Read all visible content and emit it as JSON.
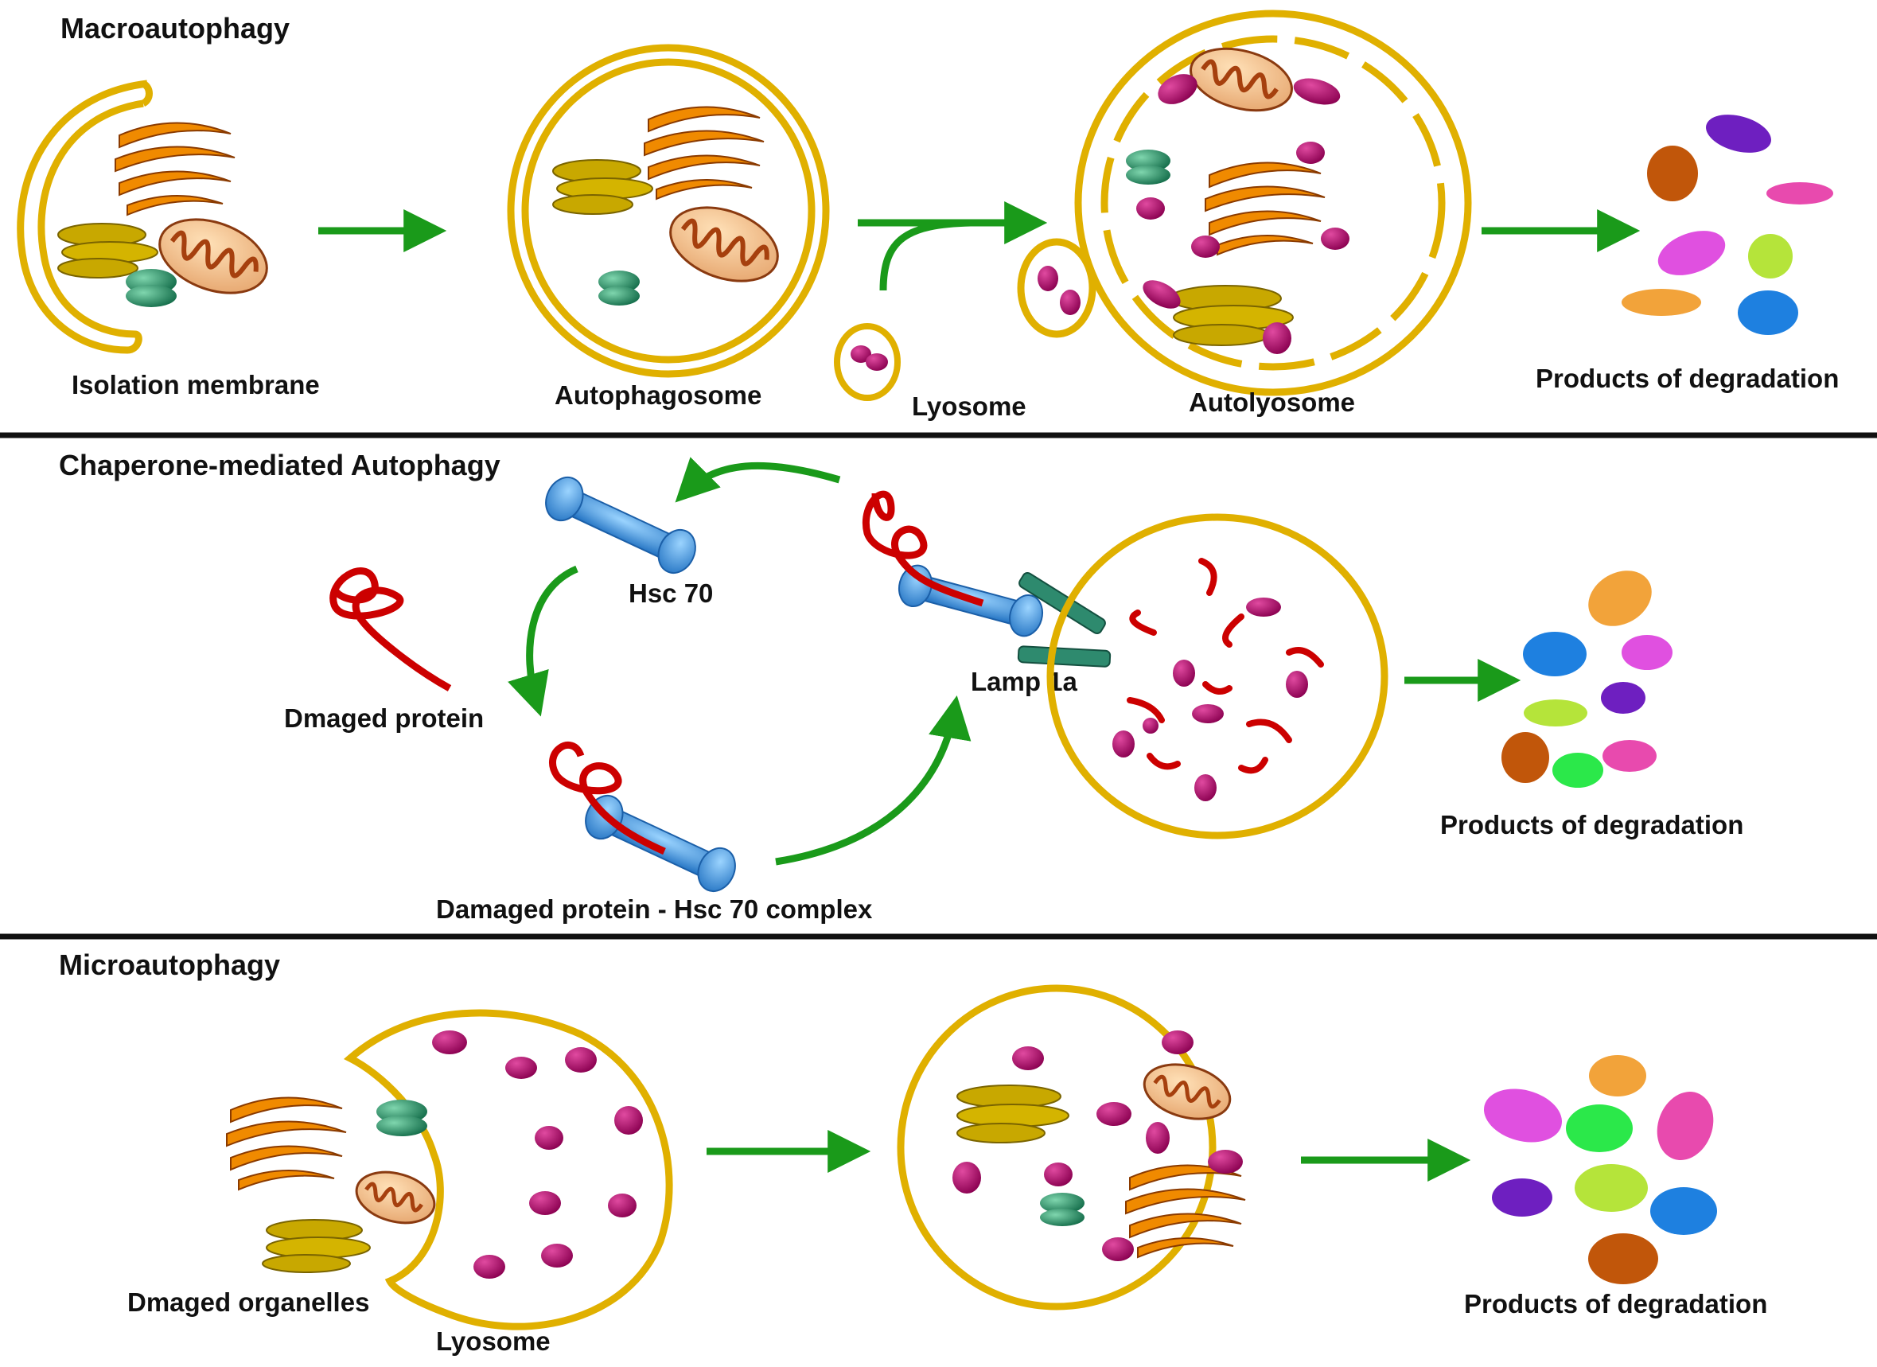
{
  "sections": [
    {
      "title": "Macroautophagy",
      "labels": {
        "isolation": "Isolation membrane",
        "autophagosome": "Autophagosome",
        "lysosome": "Lyosome",
        "autolysosome": "Autolyosome",
        "products": "Products of degradation"
      }
    },
    {
      "title": "Chaperone-mediated Autophagy",
      "labels": {
        "hsc70": "Hsc 70",
        "damaged": "Dmaged protein",
        "complex": "Damaged protein - Hsc 70 complex",
        "lamp": "Lamp 1a",
        "products": "Products of degradation"
      }
    },
    {
      "title": "Microautophagy",
      "labels": {
        "organelles": "Dmaged organelles",
        "lysosome": "Lyosome",
        "products": "Products of degradation"
      }
    }
  ],
  "colors": {
    "membrane": "#E0B000",
    "arrow": "#1A9A1A",
    "golgi": "#F08A00",
    "mito": "#C05A20",
    "er": "#C8A800",
    "enzyme": "#B0106A",
    "protein": "#CC0000",
    "hsc": "#3FA0E6",
    "lamp": "#2E8A6E",
    "divider": "#111111"
  }
}
